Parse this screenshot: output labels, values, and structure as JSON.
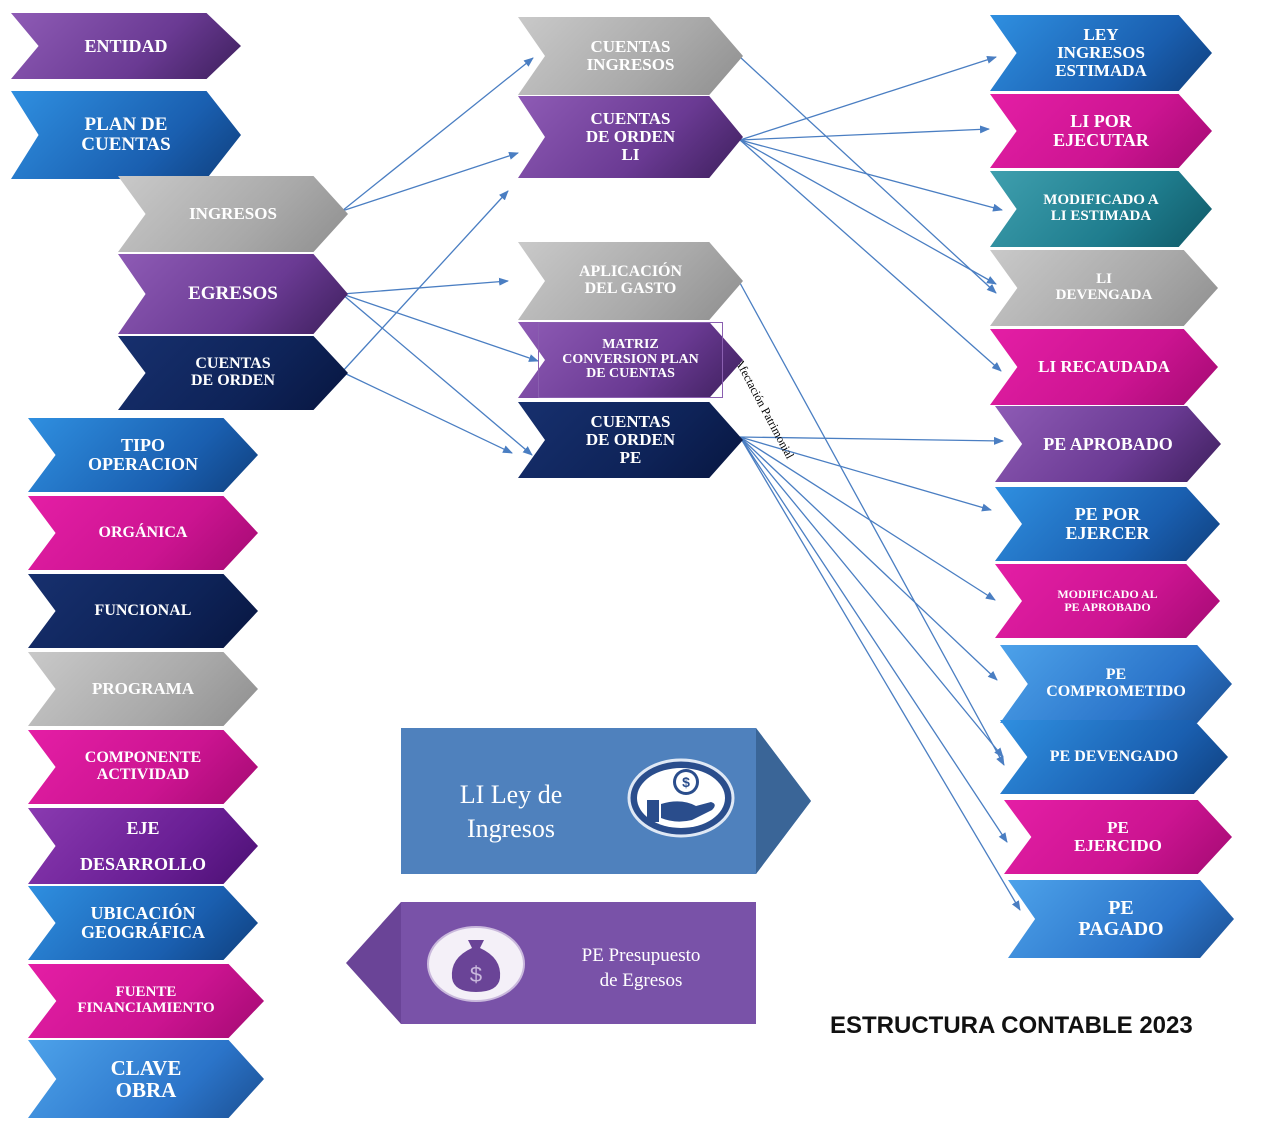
{
  "title": "ESTRUCTURA CONTABLE 2023",
  "rotated_label": "Afectación Patrimonial",
  "left_column": {
    "entidad": "ENTIDAD",
    "plan_cuentas": "PLAN DE\nCUENTAS",
    "ingresos": "INGRESOS",
    "egresos": "EGRESOS",
    "cuentas_orden": "CUENTAS\nDE ORDEN",
    "tipo_operacion": "TIPO\nOPERACION",
    "organica": "ORGÁNICA",
    "funcional": "FUNCIONAL",
    "programa": "PROGRAMA",
    "componente_actividad": "COMPONENTE\nACTIVIDAD",
    "eje_desarrollo": "EJE\n\nDESARROLLO",
    "ubicacion_geografica": "UBICACIÓN\nGEOGRÁFICA",
    "fuente_financiamiento": "FUENTE\nFINANCIAMIENTO",
    "clave_obra": "CLAVE\nOBRA"
  },
  "middle_column": {
    "cuentas_ingresos": "CUENTAS\nINGRESOS",
    "cuentas_orden_li": "CUENTAS\nDE ORDEN\nLI",
    "aplicacion_gasto": "APLICACIÓN\nDEL GASTO",
    "matriz": "MATRIZ\nCONVERSION PLAN\nDE CUENTAS",
    "cuentas_orden_pe": "CUENTAS\nDE ORDEN\nPE"
  },
  "right_column": {
    "ley_ingresos_estimada": "LEY\nINGRESOS\nESTIMADA",
    "li_por_ejecutar": "LI POR\nEJECUTAR",
    "modificado_li": "MODIFICADO A\nLI ESTIMADA",
    "li_devengada": "LI\nDEVENGADA",
    "li_recaudada": "LI RECAUDADA",
    "pe_aprobado": "PE APROBADO",
    "pe_por_ejercer": "PE POR\nEJERCER",
    "modificado_pe": "MODIFICADO AL\nPE APROBADO",
    "pe_comprometido": "PE\nCOMPROMETIDO",
    "pe_devengado": "PE DEVENGADO",
    "pe_ejercido": "PE\nEJERCIDO",
    "pe_pagado": "PE\nPAGADO"
  },
  "legend": {
    "li_text": "LI Ley de\nIngresos",
    "pe_text": "PE Presupuesto\nde Egresos",
    "li_icon": "hand-coin-icon",
    "pe_icon": "money-bag-icon"
  },
  "colors": {
    "purple": "#6a3a93",
    "blue": "#1a5fb0",
    "gray": "#a9a9a9",
    "navy": "#0e2358",
    "magenta": "#cc1491",
    "teal": "#1f7d8e",
    "arrow": "#4a7ec2",
    "legend_li_bg": "#4f81bd",
    "legend_pe_bg": "#7952a8"
  }
}
